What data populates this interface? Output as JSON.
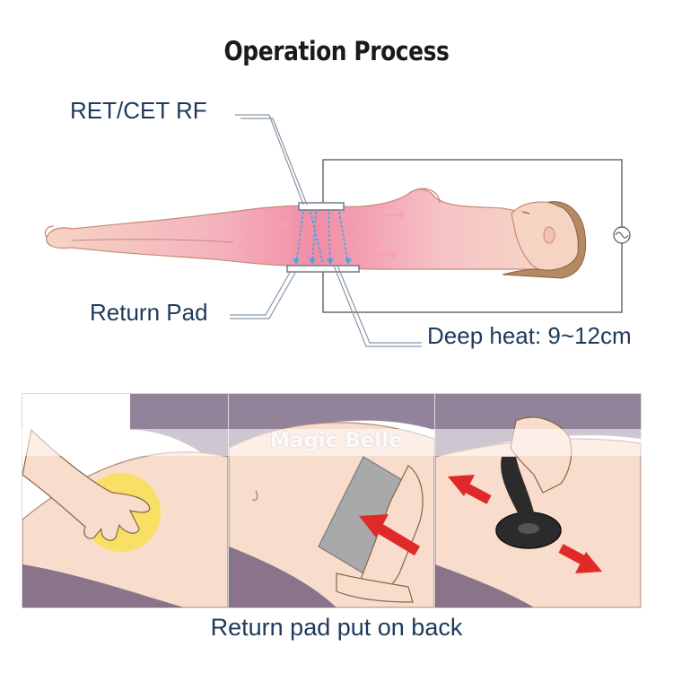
{
  "title": "Operation Process",
  "labels": {
    "rf": "RET/CET RF",
    "return_pad": "Return Pad",
    "deep_heat": "Deep heat: 9~12cm"
  },
  "caption": "Return pad put on back",
  "watermark": "Magic Belle",
  "colors": {
    "label_text": "#1d3a5c",
    "skin": "#f6d4c4",
    "heat_glow": "#f28ca6",
    "hair": "#b58a62",
    "bed_pad": "#6d5a78",
    "arrow": "#e02a2a",
    "energy_arrow": "#4aa8e0",
    "glow_yellow": "#f7e05a"
  },
  "icons": {
    "power": "ac-sine-icon"
  }
}
